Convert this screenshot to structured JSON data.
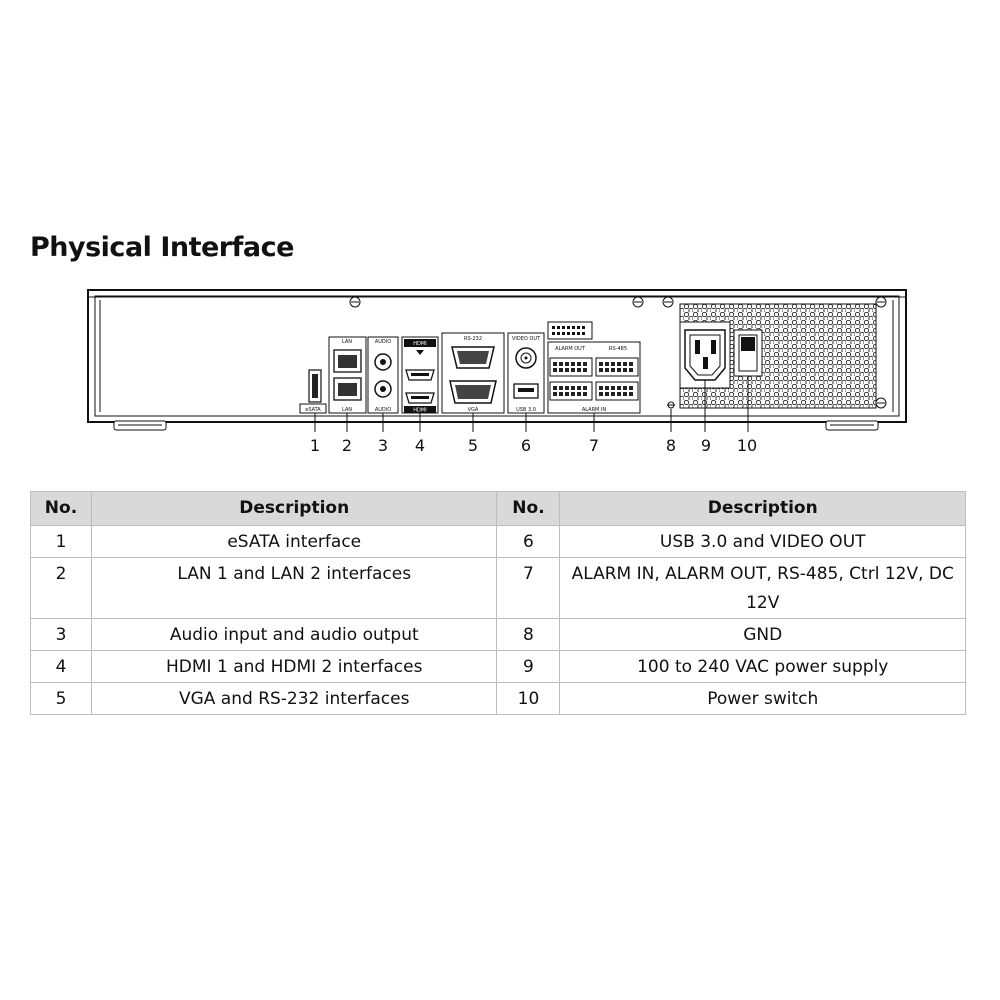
{
  "title": "Physical Interface",
  "panel_labels": {
    "esata": "eSATA",
    "lan_top": "LAN",
    "lan_bottom": "LAN",
    "audio_top": "AUDIO",
    "audio_bottom": "AUDIO",
    "hdmi_top": "HDMI",
    "hdmi_bottom": "HDMI",
    "rs232": "RS-232",
    "vga": "VGA",
    "video_out": "VIDEO OUT",
    "usb": "USB 3.0",
    "alarm_out": "ALARM OUT",
    "rs485": "RS-485",
    "alarm_in": "ALARM IN"
  },
  "callouts": [
    "1",
    "2",
    "3",
    "4",
    "5",
    "6",
    "7",
    "8",
    "9",
    "10"
  ],
  "table": {
    "headers": [
      "No.",
      "Description",
      "No.",
      "Description"
    ],
    "rows": [
      {
        "no_left": "1",
        "desc_left": "eSATA interface",
        "no_right": "6",
        "desc_right": "USB 3.0 and VIDEO OUT"
      },
      {
        "no_left": "2",
        "desc_left": "LAN 1 and LAN 2 interfaces",
        "no_right": "7",
        "desc_right": "ALARM IN, ALARM OUT, RS-485, Ctrl 12V, DC 12V"
      },
      {
        "no_left": "3",
        "desc_left": "Audio input and audio output",
        "no_right": "8",
        "desc_right": "GND"
      },
      {
        "no_left": "4",
        "desc_left": "HDMI 1 and HDMI 2 interfaces",
        "no_right": "9",
        "desc_right": "100 to 240 VAC power supply"
      },
      {
        "no_left": "5",
        "desc_left": "VGA and RS-232 interfaces",
        "no_right": "10",
        "desc_right": "Power switch"
      }
    ]
  }
}
